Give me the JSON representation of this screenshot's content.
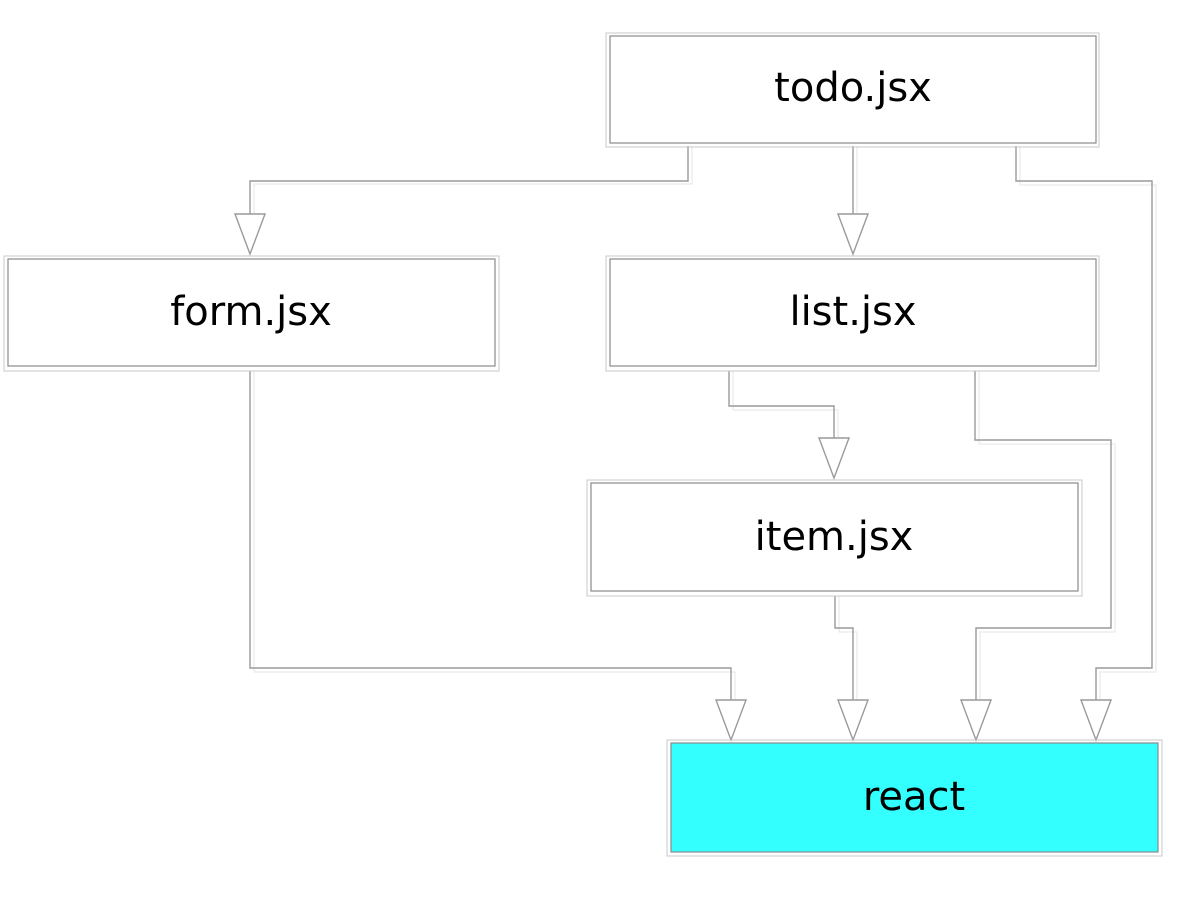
{
  "nodes": {
    "todo": {
      "label": "todo.jsx",
      "fill": "#ffffff"
    },
    "form": {
      "label": "form.jsx",
      "fill": "#ffffff"
    },
    "list": {
      "label": "list.jsx",
      "fill": "#ffffff"
    },
    "item": {
      "label": "item.jsx",
      "fill": "#ffffff"
    },
    "react": {
      "label": "react",
      "fill": "#33ffff"
    }
  },
  "edges": [
    {
      "from": "todo.jsx",
      "to": "form.jsx"
    },
    {
      "from": "todo.jsx",
      "to": "list.jsx"
    },
    {
      "from": "todo.jsx",
      "to": "react"
    },
    {
      "from": "list.jsx",
      "to": "item.jsx"
    },
    {
      "from": "list.jsx",
      "to": "react"
    },
    {
      "from": "form.jsx",
      "to": "react"
    },
    {
      "from": "item.jsx",
      "to": "react"
    }
  ],
  "colors": {
    "edge": "#9a9a9a",
    "highlight_node": "#33ffff",
    "background": "#ffffff"
  }
}
